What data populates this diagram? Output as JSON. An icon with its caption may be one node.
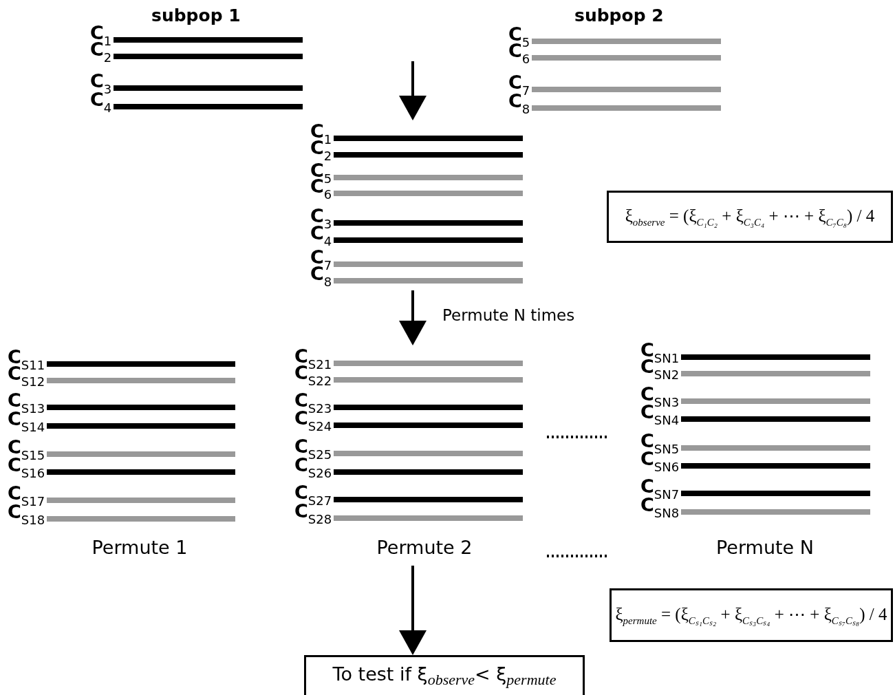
{
  "diagram": {
    "nodes": [
      {
        "text": [
          "subpop 1",
          "C$_{1}$",
          "C$_{2}$",
          "C$_{3}$",
          "C$_{4}$"
        ]
      },
      {
        "text": [
          "subpop 2",
          "C$_{5}$",
          "C$_{6}$",
          "C$_{7}$",
          "C$_{8}$"
        ]
      },
      {
        "text": [
          "C$_{1}$",
          "C$_{2}$",
          "C$_{5}$",
          "C$_{6}$",
          "C$_{3}$",
          "C$_{4}$",
          "C$_{7}$",
          "C$_{8}$"
        ]
      },
      {
        "text": [
          "ξ$_{observe}$ = (ξ$_{C₁C₂}$ + ξ$_{C₃C₄}$ + ⋯ + ξ$_{C₇C₈}$) / 4"
        ]
      },
      {
        "text": [
          "C$_{S11}$",
          "C$_{S12}$",
          "C$_{S13}$",
          "C$_{S14}$",
          "C$_{S15}$",
          "C$_{S16}$",
          "C$_{S17}$",
          "C$_{S18}$",
          "Permute 1"
        ]
      },
      {
        "text": [
          "C$_{S21}$",
          "C$_{S22}$",
          "C$_{S23}$",
          "C$_{S24}$",
          "C$_{S25}$",
          "C$_{S26}$",
          "C$_{S27}$",
          "C$_{S28}$",
          "Permute 2"
        ]
      },
      {
        "text": [
          "C$_{SN1}$",
          "C$_{SN2}$",
          "C$_{SN3}$",
          "C$_{SN4}$",
          "C$_{SN5}$",
          "C$_{SN6}$",
          "C$_{SN7}$",
          "C$_{SN8}$",
          "Permute N"
        ]
      },
      {
        "text": [
          "ξ$_{permute}$ = (ξ$_{Cₛ₁Cₛ₂}$ + ξ$_{Cₛ₃Cₛ₄}$ + ⋯ + ξ$_{Cₛ₇Cₛ₈}$) / 4"
        ]
      },
      {
        "text": [
          "To test if ξ$_{observe}$<   ξ$_{permute}$"
        ]
      }
    ],
    "edges": [
      {
        "from": null,
        "to": 2,
        "arrow": "to"
      },
      {
        "from": 2,
        "to": 5,
        "arrow": "to",
        "label": "Permute N times"
      },
      {
        "from": 5,
        "to": 8,
        "arrow": "to"
      }
    ]
  }
}
